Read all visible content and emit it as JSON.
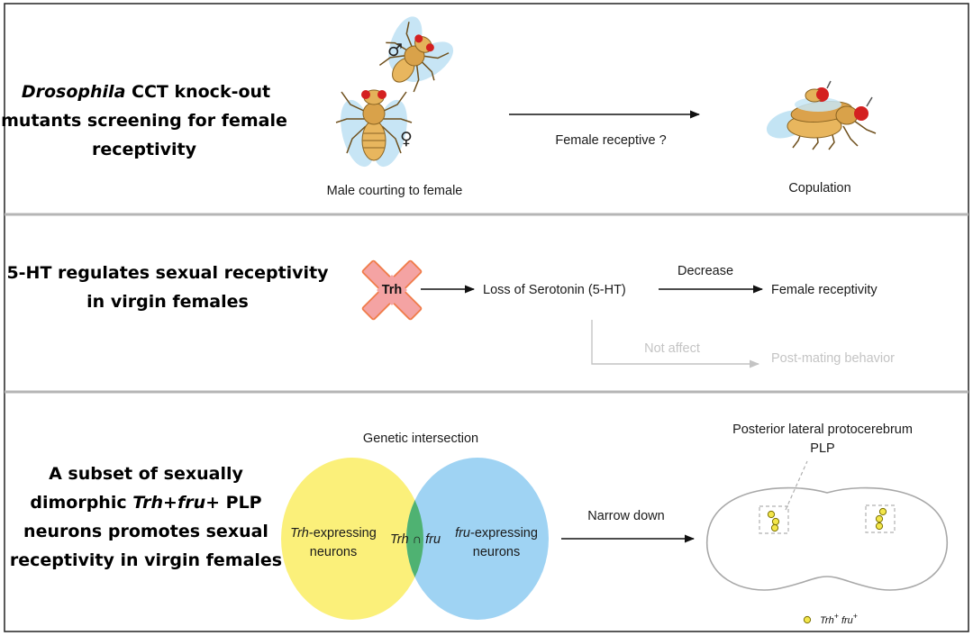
{
  "panel1": {
    "heading": {
      "line1_italic": "Drosophila",
      "line1_rest": " CCT knock-out",
      "line2": "mutants screening for female",
      "line3": "receptivity"
    },
    "male_symbol": "♂",
    "female_symbol": "♀",
    "courting_caption": "Male courting to female",
    "arrow_label": "Female receptive ?",
    "copulation_caption": "Copulation"
  },
  "panel2": {
    "heading": {
      "line1": "5-HT regulates sexual receptivity",
      "line2": "in virgin females"
    },
    "gene_label": "Trh",
    "loss_label": "Loss of Serotonin (5-HT)",
    "decrease_label": "Decrease",
    "receptivity_label": "Female receptivity",
    "not_affect_label": "Not affect",
    "post_mating_label": "Post-mating behavior",
    "colors": {
      "cross": "#f4a3a3",
      "cross_edge": "#f07c4a",
      "faded": "#c4c4c4"
    }
  },
  "panel3": {
    "heading": {
      "line1": "A subset of sexually",
      "line2_a": "dimorphic ",
      "line2_trh": "Trh",
      "line2_plus1": "+",
      "line2_fru": "fru",
      "line2_plus2": "+",
      "line2_b": " PLP",
      "line3": "neurons promotes sexual",
      "line4": "receptivity in virgin females"
    },
    "intersection_title": "Genetic intersection",
    "left_italic": "Trh",
    "left_rest": "-expressing",
    "left_line2": "neurons",
    "center_trh": "Trh",
    "center_cap": " ∩ ",
    "center_fru": "fru",
    "right_italic": "fru",
    "right_rest": "-expressing",
    "right_line2": "neurons",
    "arrow_label": "Narrow down",
    "brain_region_line1": "Posterior lateral protocerebrum",
    "brain_region_line2": "PLP",
    "legend_trh": "Trh",
    "legend_plus1": "+",
    "legend_fru": "fru",
    "legend_plus2": "+",
    "colors": {
      "yellow": "#fbf07a",
      "blue": "#9fd3f3",
      "green": "#4fb272",
      "neuron": "#f3e64a"
    }
  }
}
